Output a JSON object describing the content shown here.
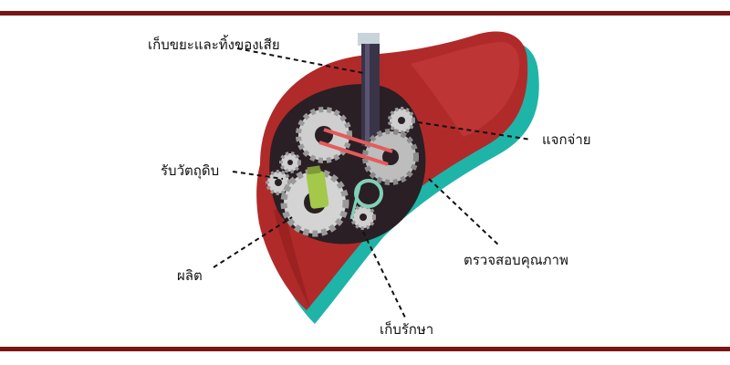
{
  "labels": {
    "collect": "เก็บขยะและทิ้งของเสีย",
    "distribute": "แจกจ่าย",
    "receive": "รับวัตถุดิบ",
    "inspect": "ตรวจสอบคุณภาพ",
    "produce": "ผลิต",
    "store": "เก็บรักษา"
  },
  "colors": {
    "frame": "#7a1515",
    "liver": "#b12a2a",
    "liver_dark": "#8e1e1e",
    "liver_light": "#d04848",
    "shadow": "#1fb4a8",
    "cavity": "#2a1f24",
    "gear": "#cfcfcf",
    "gear_dark": "#9a9a9a",
    "lime": "#a3c84a",
    "leader": "#111111"
  }
}
